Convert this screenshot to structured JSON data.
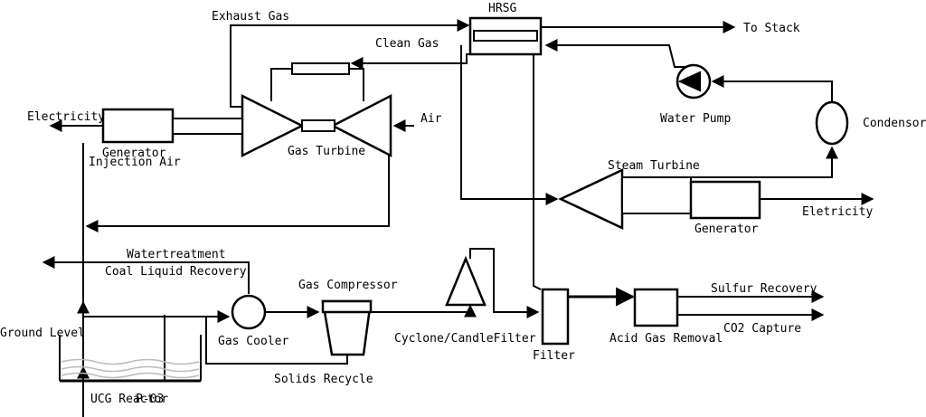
{
  "labels": {
    "exhaust_gas": "Exhaust Gas",
    "hrsg": "HRSG",
    "to_stack": "To Stack",
    "clean_gas": "Clean Gas",
    "electricity_left": "Electricity",
    "generator_left": "Generator",
    "injection_air": "Injection Air",
    "gas_turbine": "Gas Turbine",
    "air": "Air",
    "water_pump": "Water Pump",
    "condensor": "Condensor",
    "steam_turbine": "Steam Turbine",
    "generator_right": "Generator",
    "electricity_right": "Eletricity",
    "watertreatment": "Watertreatment",
    "coal_liquid_recovery": "Coal Liquid Recovery",
    "gas_compressor": "Gas Compressor",
    "sulfur_recovery": "Sulfur Recovery",
    "ground_level": "Ground Level",
    "gas_cooler": "Gas Cooler",
    "cyclone_candle_filter": "Cyclone/CandleFilter",
    "co2_capture": "CO2 Capture",
    "acid_gas_removal": "Acid Gas Removal",
    "filter": "Filter",
    "solids_recycle": "Solids Recycle",
    "ucg_reactor": "UCG Reactor",
    "p03": "P-03"
  }
}
